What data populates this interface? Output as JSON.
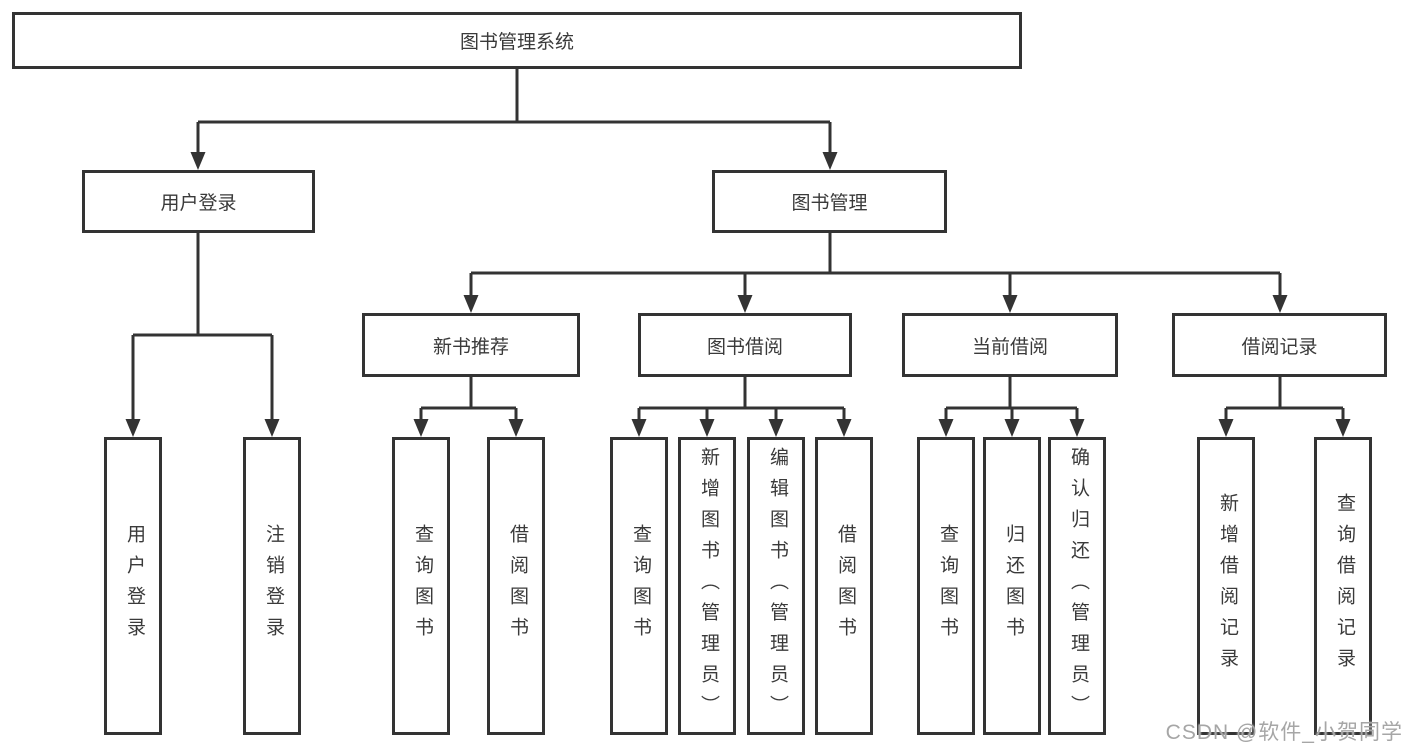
{
  "diagram_title": "图书管理系统",
  "tree": {
    "root": {
      "label": "图书管理系统"
    },
    "level2": [
      {
        "label": "用户登录"
      },
      {
        "label": "图书管理"
      }
    ],
    "level3": [
      {
        "label": "新书推荐",
        "parent": "图书管理"
      },
      {
        "label": "图书借阅",
        "parent": "图书管理"
      },
      {
        "label": "当前借阅",
        "parent": "图书管理"
      },
      {
        "label": "借阅记录",
        "parent": "图书管理"
      }
    ],
    "leaves": [
      {
        "label": "用户登录",
        "parent": "用户登录"
      },
      {
        "label": "注销登录",
        "parent": "用户登录"
      },
      {
        "label": "查询图书",
        "parent": "新书推荐"
      },
      {
        "label": "借阅图书",
        "parent": "新书推荐"
      },
      {
        "label": "查询图书",
        "parent": "图书借阅"
      },
      {
        "label": "新增图书（管理员）",
        "parent": "图书借阅"
      },
      {
        "label": "编辑图书（管理员）",
        "parent": "图书借阅"
      },
      {
        "label": "借阅图书",
        "parent": "图书借阅"
      },
      {
        "label": "查询图书",
        "parent": "当前借阅"
      },
      {
        "label": "归还图书",
        "parent": "当前借阅"
      },
      {
        "label": "确认归还（管理员）",
        "parent": "当前借阅"
      },
      {
        "label": "新增借阅记录",
        "parent": "借阅记录"
      },
      {
        "label": "查询借阅记录",
        "parent": "借阅记录"
      }
    ]
  },
  "watermark": "CSDN @软件_小贺同学",
  "colors": {
    "line": "#333333",
    "box_border": "#333333",
    "box_fill": "#ffffff",
    "text": "#3a3a3a",
    "watermark": "#a6a6a6"
  }
}
